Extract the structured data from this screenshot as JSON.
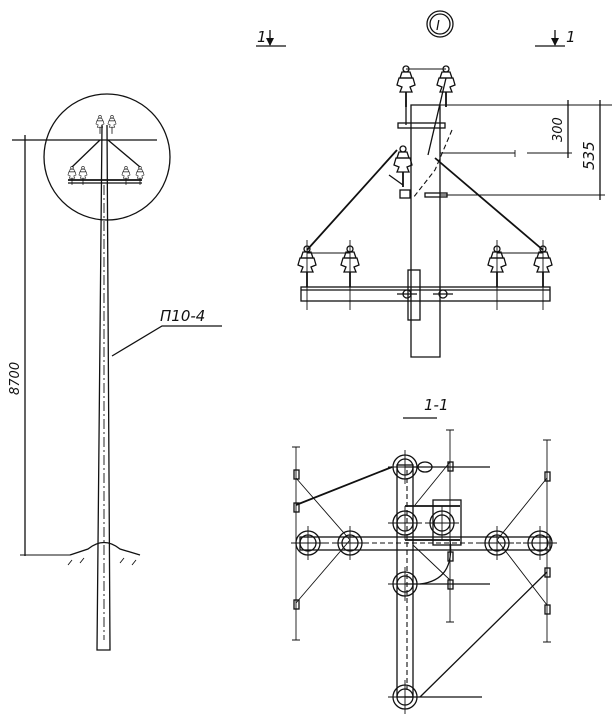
{
  "left_view": {
    "height_dimension": "8700",
    "pole_label": "П10-4"
  },
  "detail_view": {
    "detail_marker": "I",
    "section_mark_left": "1",
    "section_mark_right": "1",
    "dim_upper": "300",
    "dim_total": "535"
  },
  "section_view": {
    "title": "1-1"
  }
}
